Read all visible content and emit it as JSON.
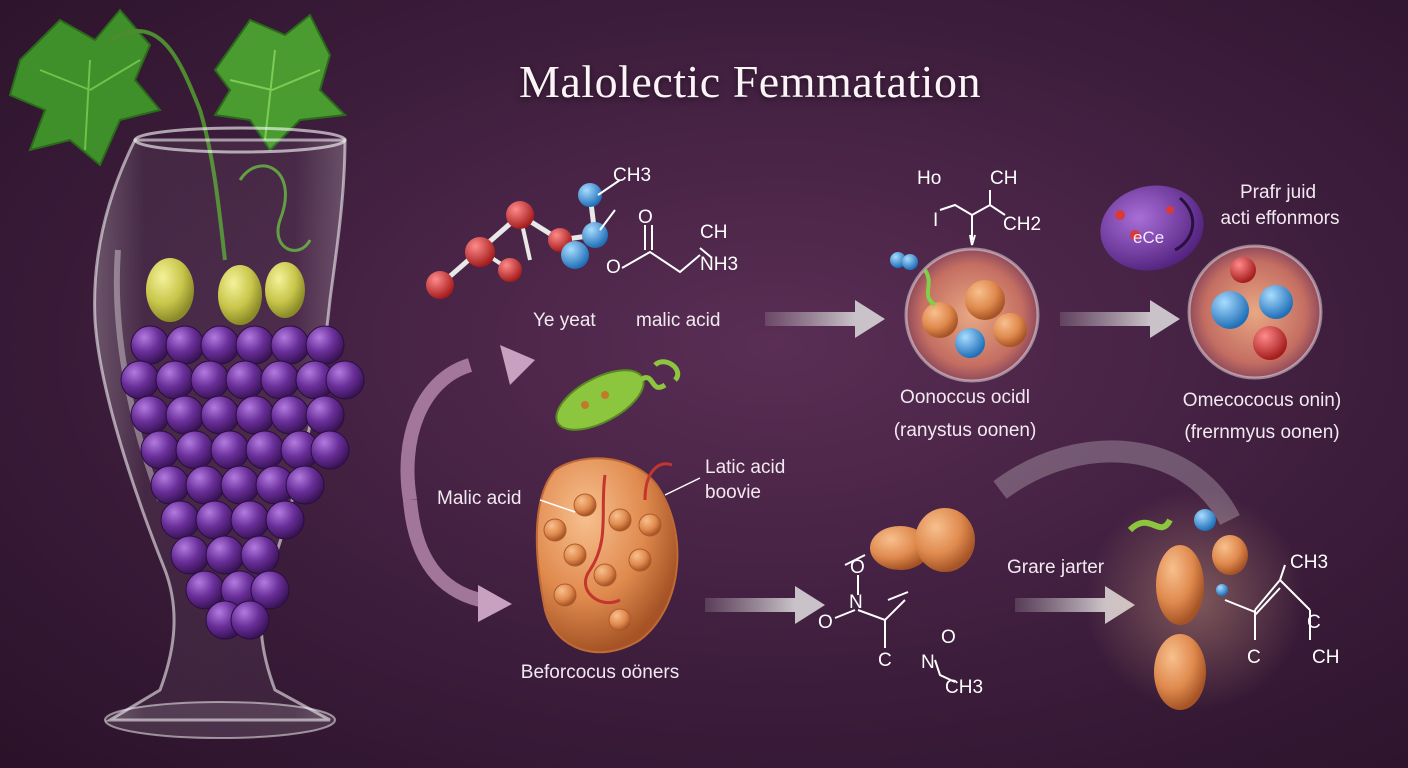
{
  "title": "Malolectic Femmatation",
  "colors": {
    "background": "#3d1d3c",
    "grape": "#6a2f9a",
    "leaf": "#3f8f2a",
    "bacteria_orange": "#e08a4e",
    "arrow_gray": "#b9b2b8",
    "arrow_pink": "#b98cb0",
    "atom_red": "#d13a3a",
    "atom_blue": "#3a8fd6"
  },
  "icons": [
    "grape-vine-leaf-icon",
    "wine-glass-icon",
    "grape-bunch-icon",
    "molecule-icon",
    "bacterium-icon",
    "cell-icon",
    "arrow-icon"
  ],
  "labels": {
    "ye_yeat": "Ye yeat",
    "malic_acid_top": "malic acid",
    "oonoccus_line1": "Oonoccus ocidl",
    "oonoccus_line2": "(ranystus oonen)",
    "prafr_line1": "Prafr juid",
    "prafr_line2": "acti effonmors",
    "omecoccus_line1": "Omecococus onin)",
    "omecoccus_line2": "(frernmyus oonen)",
    "malic_acid_mid": "Malic acid",
    "latic_line1": "Latic acid",
    "latic_line2": "boovie",
    "beforcocus": "Beforcocus oöners",
    "grare_jarter": "Grare jarter",
    "cell_text": "eCe"
  },
  "chem": {
    "ch3_a": "CH3",
    "o_a": "O",
    "ch_a": "CH",
    "nh3": "NH3",
    "o_b": "O",
    "ho": "Ho",
    "ch_b": "CH",
    "i_mark": "I",
    "ch2": "CH2",
    "o_c": "O",
    "n_a": "N",
    "o_d": "O",
    "c_a": "C",
    "o_e": "O",
    "n_b": "N",
    "ch3_b": "CH3",
    "ch3_c": "CH3",
    "c_b": "C",
    "c_c": "C",
    "ch_c": "CH"
  }
}
